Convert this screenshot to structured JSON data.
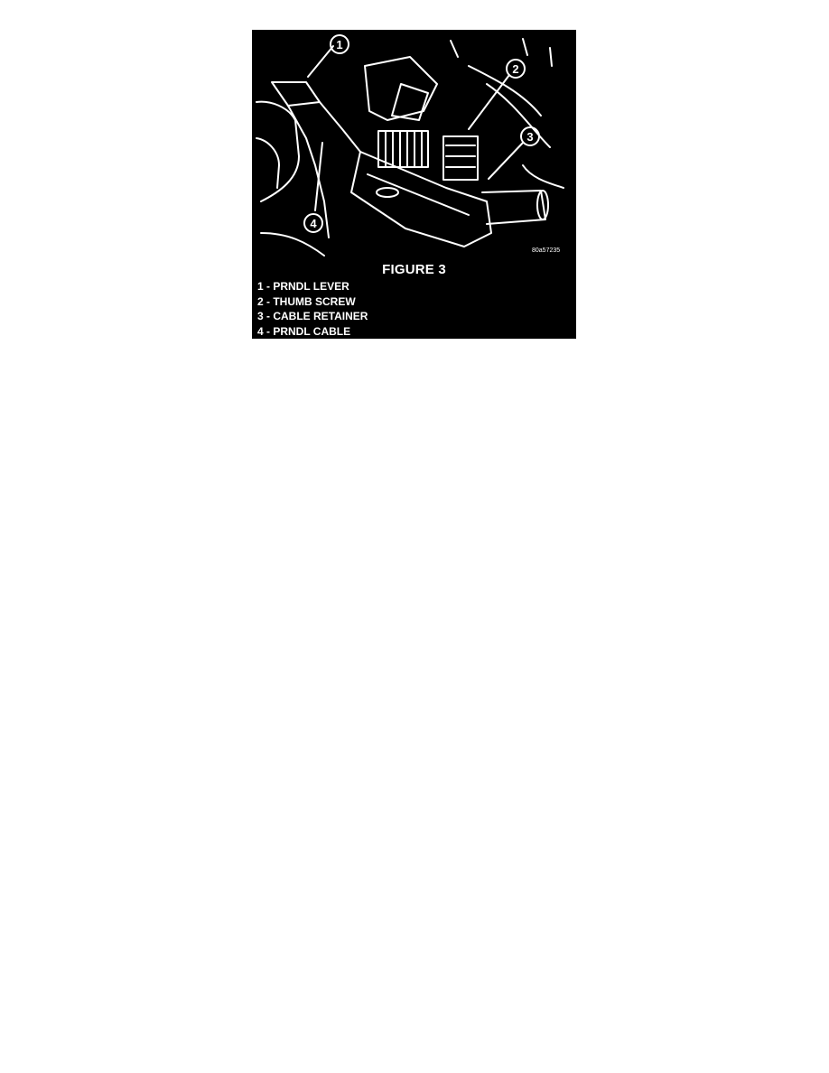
{
  "figure": {
    "title": "FIGURE 3",
    "image_code": "80a57235",
    "callouts": [
      "1",
      "2",
      "3",
      "4"
    ],
    "legend": [
      "1 - PRNDL LEVER",
      "2 - THUMB SCREW",
      "3 - CABLE RETAINER",
      "4 - PRNDL CABLE"
    ],
    "colors": {
      "background": "#000000",
      "line": "#ffffff"
    }
  }
}
